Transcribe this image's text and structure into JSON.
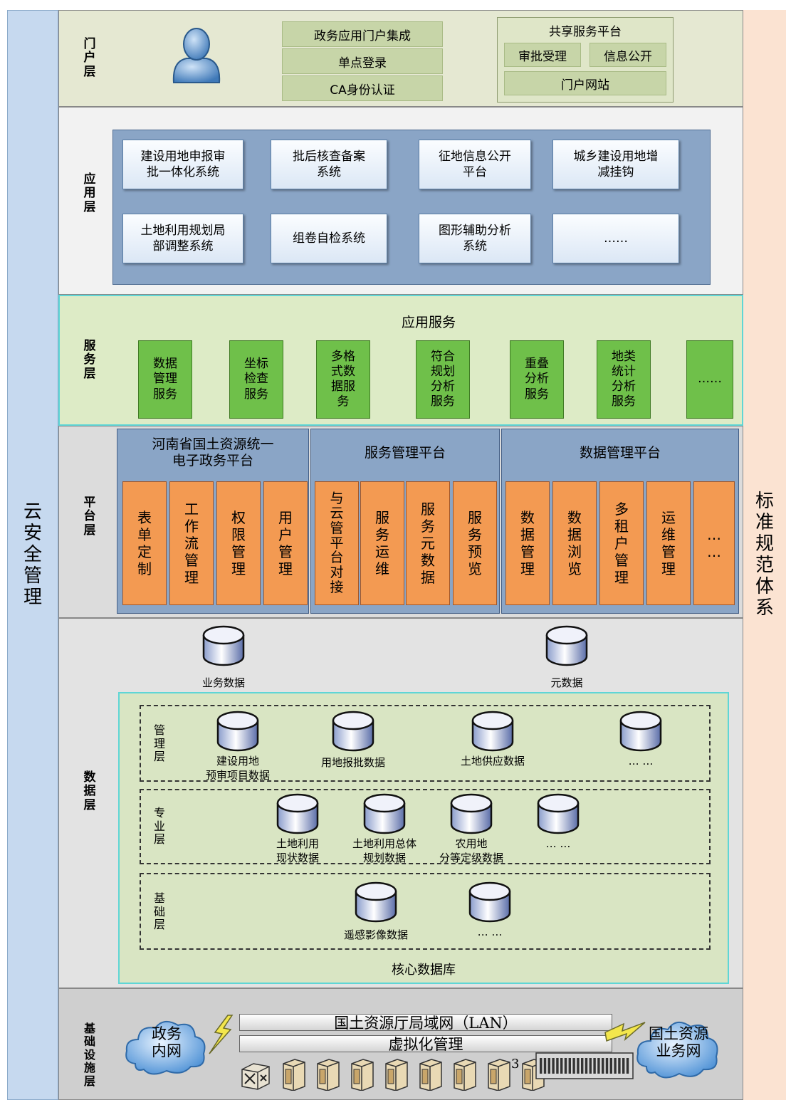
{
  "left_pillar": "云安全管理",
  "right_pillar": "标准规范体系",
  "portal": {
    "label": "门户层",
    "bars": [
      "政务应用门户集成",
      "单点登录",
      "CA身份认证"
    ],
    "share_title": "共享服务平台",
    "share_items": [
      "审批受理",
      "信息公开",
      "门户网站"
    ]
  },
  "application": {
    "label": "应用层",
    "systems": [
      "建设用地申报审\n批一体化系统",
      "批后核查备案\n系统",
      "征地信息公开\n平台",
      "城乡建设用地增\n减挂钩",
      "土地利用规划局\n部调整系统",
      "组卷自检系统",
      "图形辅助分析\n系统",
      "……"
    ]
  },
  "service": {
    "label": "服务层",
    "title": "应用服务",
    "items": [
      "数据\n管理\n服务",
      "坐标\n检查\n服务",
      "多格\n式数\n据服\n务",
      "符合\n规划\n分析\n服务",
      "重叠\n分析\n服务",
      "地类\n统计\n分析\n服务",
      "……"
    ]
  },
  "platform": {
    "label": "平台层",
    "groups": [
      {
        "title": "河南省国土资源统一\n电子政务平台",
        "items": [
          "表单定制",
          "工作流管理",
          "权限管理",
          "用户管理"
        ]
      },
      {
        "title": "服务管理平台",
        "items": [
          "与云管平台对接",
          "服务运维",
          "服务元数据",
          "服务预览"
        ]
      },
      {
        "title": "数据管理平台",
        "items": [
          "数据管理",
          "数据浏览",
          "多租户管理",
          "运维管理",
          "……"
        ]
      }
    ]
  },
  "data": {
    "label": "数据层",
    "top": [
      "业务数据",
      "元数据"
    ],
    "core_title": "核心数据库",
    "management": {
      "label": "管理层",
      "items": [
        "建设用地\n预审项目数据",
        "用地报批数据",
        "土地供应数据",
        "… …"
      ]
    },
    "professional": {
      "label": "专业层",
      "items": [
        "土地利用\n现状数据",
        "土地利用总体\n规划数据",
        "农用地\n分等定级数据",
        "… …"
      ]
    },
    "base": {
      "label": "基础层",
      "items": [
        "遥感影像数据",
        "… …"
      ]
    }
  },
  "infrastructure": {
    "label": "基础设施层",
    "lan": "国土资源厅局域网（LAN）",
    "virt": "虚拟化管理",
    "cloud_left": "政务\n内网",
    "cloud_right": "国土资源\n业务网",
    "page_number": "3"
  },
  "colors": {
    "left_pillar": "#c6d9ef",
    "right_pillar": "#fbe3d2",
    "portal_bg": "#e5e8d2",
    "application_bg": "#f2f2f2",
    "application_panel": "#8aa5c6",
    "service_bg": "#ddebc6",
    "service_box": "#6fc04a",
    "platform_bg": "#dcdcdc",
    "platform_item": "#f39a52",
    "data_bg": "#e3e3e3",
    "core_bg": "#d9e5c3",
    "infra_bg": "#cfcfcf"
  }
}
